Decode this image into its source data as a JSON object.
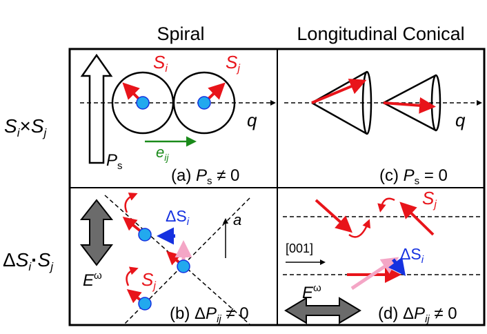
{
  "columns": {
    "spiral": "Spiral",
    "conical": "Longitudinal Conical"
  },
  "rows": {
    "top": {
      "s1": "S",
      "s1_sub": "i",
      "op": "×",
      "s2": "S",
      "s2_sub": "j"
    },
    "bottom": {
      "pre": "Δ",
      "s1": "S",
      "s1_sub": "i",
      "op": "·",
      "s2": "S",
      "s2_sub": "j"
    }
  },
  "panel_a": {
    "label": "(a)",
    "P": "P",
    "P_sub": "s",
    "relation": "≠ 0",
    "Si": "S",
    "Si_sub": "i",
    "Sj": "S",
    "Sj_sub": "j",
    "q": "q",
    "e": "e",
    "e_sub": "ij",
    "Ps": "P",
    "Ps_sub": "s"
  },
  "panel_b": {
    "label": "(b)",
    "pre": "Δ",
    "P": "P",
    "P_sub": "ij",
    "relation": "≠ 0",
    "dS": "ΔS",
    "dS_sub": "i",
    "Sj": "S",
    "Sj_sub": "j",
    "a": "a",
    "E": "E",
    "E_sup": "ω"
  },
  "panel_c": {
    "label": "(c)",
    "P": "P",
    "P_sub": "s",
    "relation": "= 0",
    "q": "q"
  },
  "panel_d": {
    "label": "(d)",
    "pre": "Δ",
    "P": "P",
    "P_sub": "ij",
    "relation": "≠ 0",
    "Sj": "S",
    "Sj_sub": "j",
    "dS": "ΔS",
    "dS_sub": "i",
    "dir": "[001]",
    "E": "E",
    "E_sup": "ω"
  },
  "colors": {
    "spin": "#e8141a",
    "delta_spin": "#1531e0",
    "bond": "#1a8a1a",
    "pink": "#f4a6c6",
    "site": "#22a9ee",
    "field": "#6b6b6b"
  }
}
